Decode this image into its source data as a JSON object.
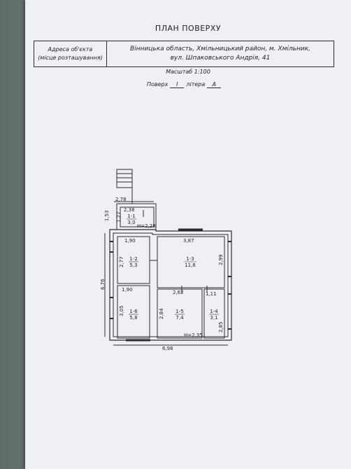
{
  "document": {
    "title": "ПЛАН ПОВЕРХУ",
    "address_label_line1": "Адреса об'єкта",
    "address_label_line2": "(місце розташування)",
    "address_value_line1": "Вінницька область, Хмільницький район, м. Хмільник,",
    "address_value_line2": "вул. Шпаковського Андрія, 41",
    "scale": "Масштаб 1:100",
    "floor_label": "Поверх",
    "floor_value": "I",
    "litera_label": "літера",
    "litera_value": "А"
  },
  "plan": {
    "rooms": [
      {
        "id": "1-1",
        "area": "3,0"
      },
      {
        "id": "1-2",
        "area": "5,3"
      },
      {
        "id": "1-3",
        "area": "11,6"
      },
      {
        "id": "1-6",
        "area": "5,8"
      },
      {
        "id": "1-5",
        "area": "7,4"
      },
      {
        "id": "1-4",
        "area": "3,1"
      }
    ],
    "dimensions": {
      "outer_top_porch": "2,78",
      "inner_top_porch": "2,38",
      "porch_depth_outer": "1,53",
      "porch_depth_inner": "1,27",
      "height_porch": "H=2,28",
      "room12_width": "1,90",
      "room12_depth": "2,77",
      "room13_width": "3,87",
      "room13_depth": "2,99",
      "room16_width": "1,90",
      "room16_depth": "3,05",
      "room15_width": "2,62",
      "room15_depth": "2,84",
      "room14_width": "1,11",
      "room14_depth": "2,85",
      "height_main": "H=2,35",
      "overall_depth": "6,76",
      "overall_width": "6,98"
    }
  }
}
